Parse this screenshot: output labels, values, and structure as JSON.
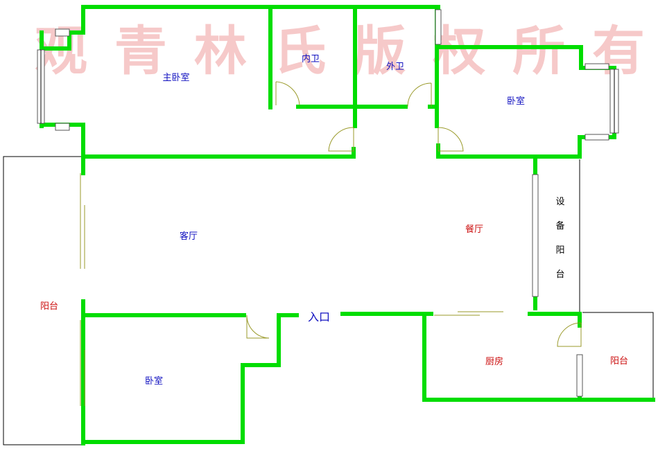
{
  "watermark": "观 青 林 氏 版 权 所 有",
  "rooms": {
    "master_bedroom": "主卧室",
    "inner_bath": "内卫",
    "outer_bath": "外卫",
    "bedroom_ne": "卧室",
    "living_room": "客厅",
    "dining_room": "餐厅",
    "equip_balcony": [
      "设",
      "备",
      "阳",
      "台"
    ],
    "balcony_west": "阳台",
    "entrance": "入口",
    "bedroom_sw": "卧室",
    "kitchen": "厨房",
    "balcony_se": "阳台"
  },
  "colors": {
    "wall": "#00dd00",
    "label_blue": "#1010c0",
    "label_red": "#cc1010",
    "watermark": "#f3b8b8",
    "door": "#9a9a2a"
  }
}
